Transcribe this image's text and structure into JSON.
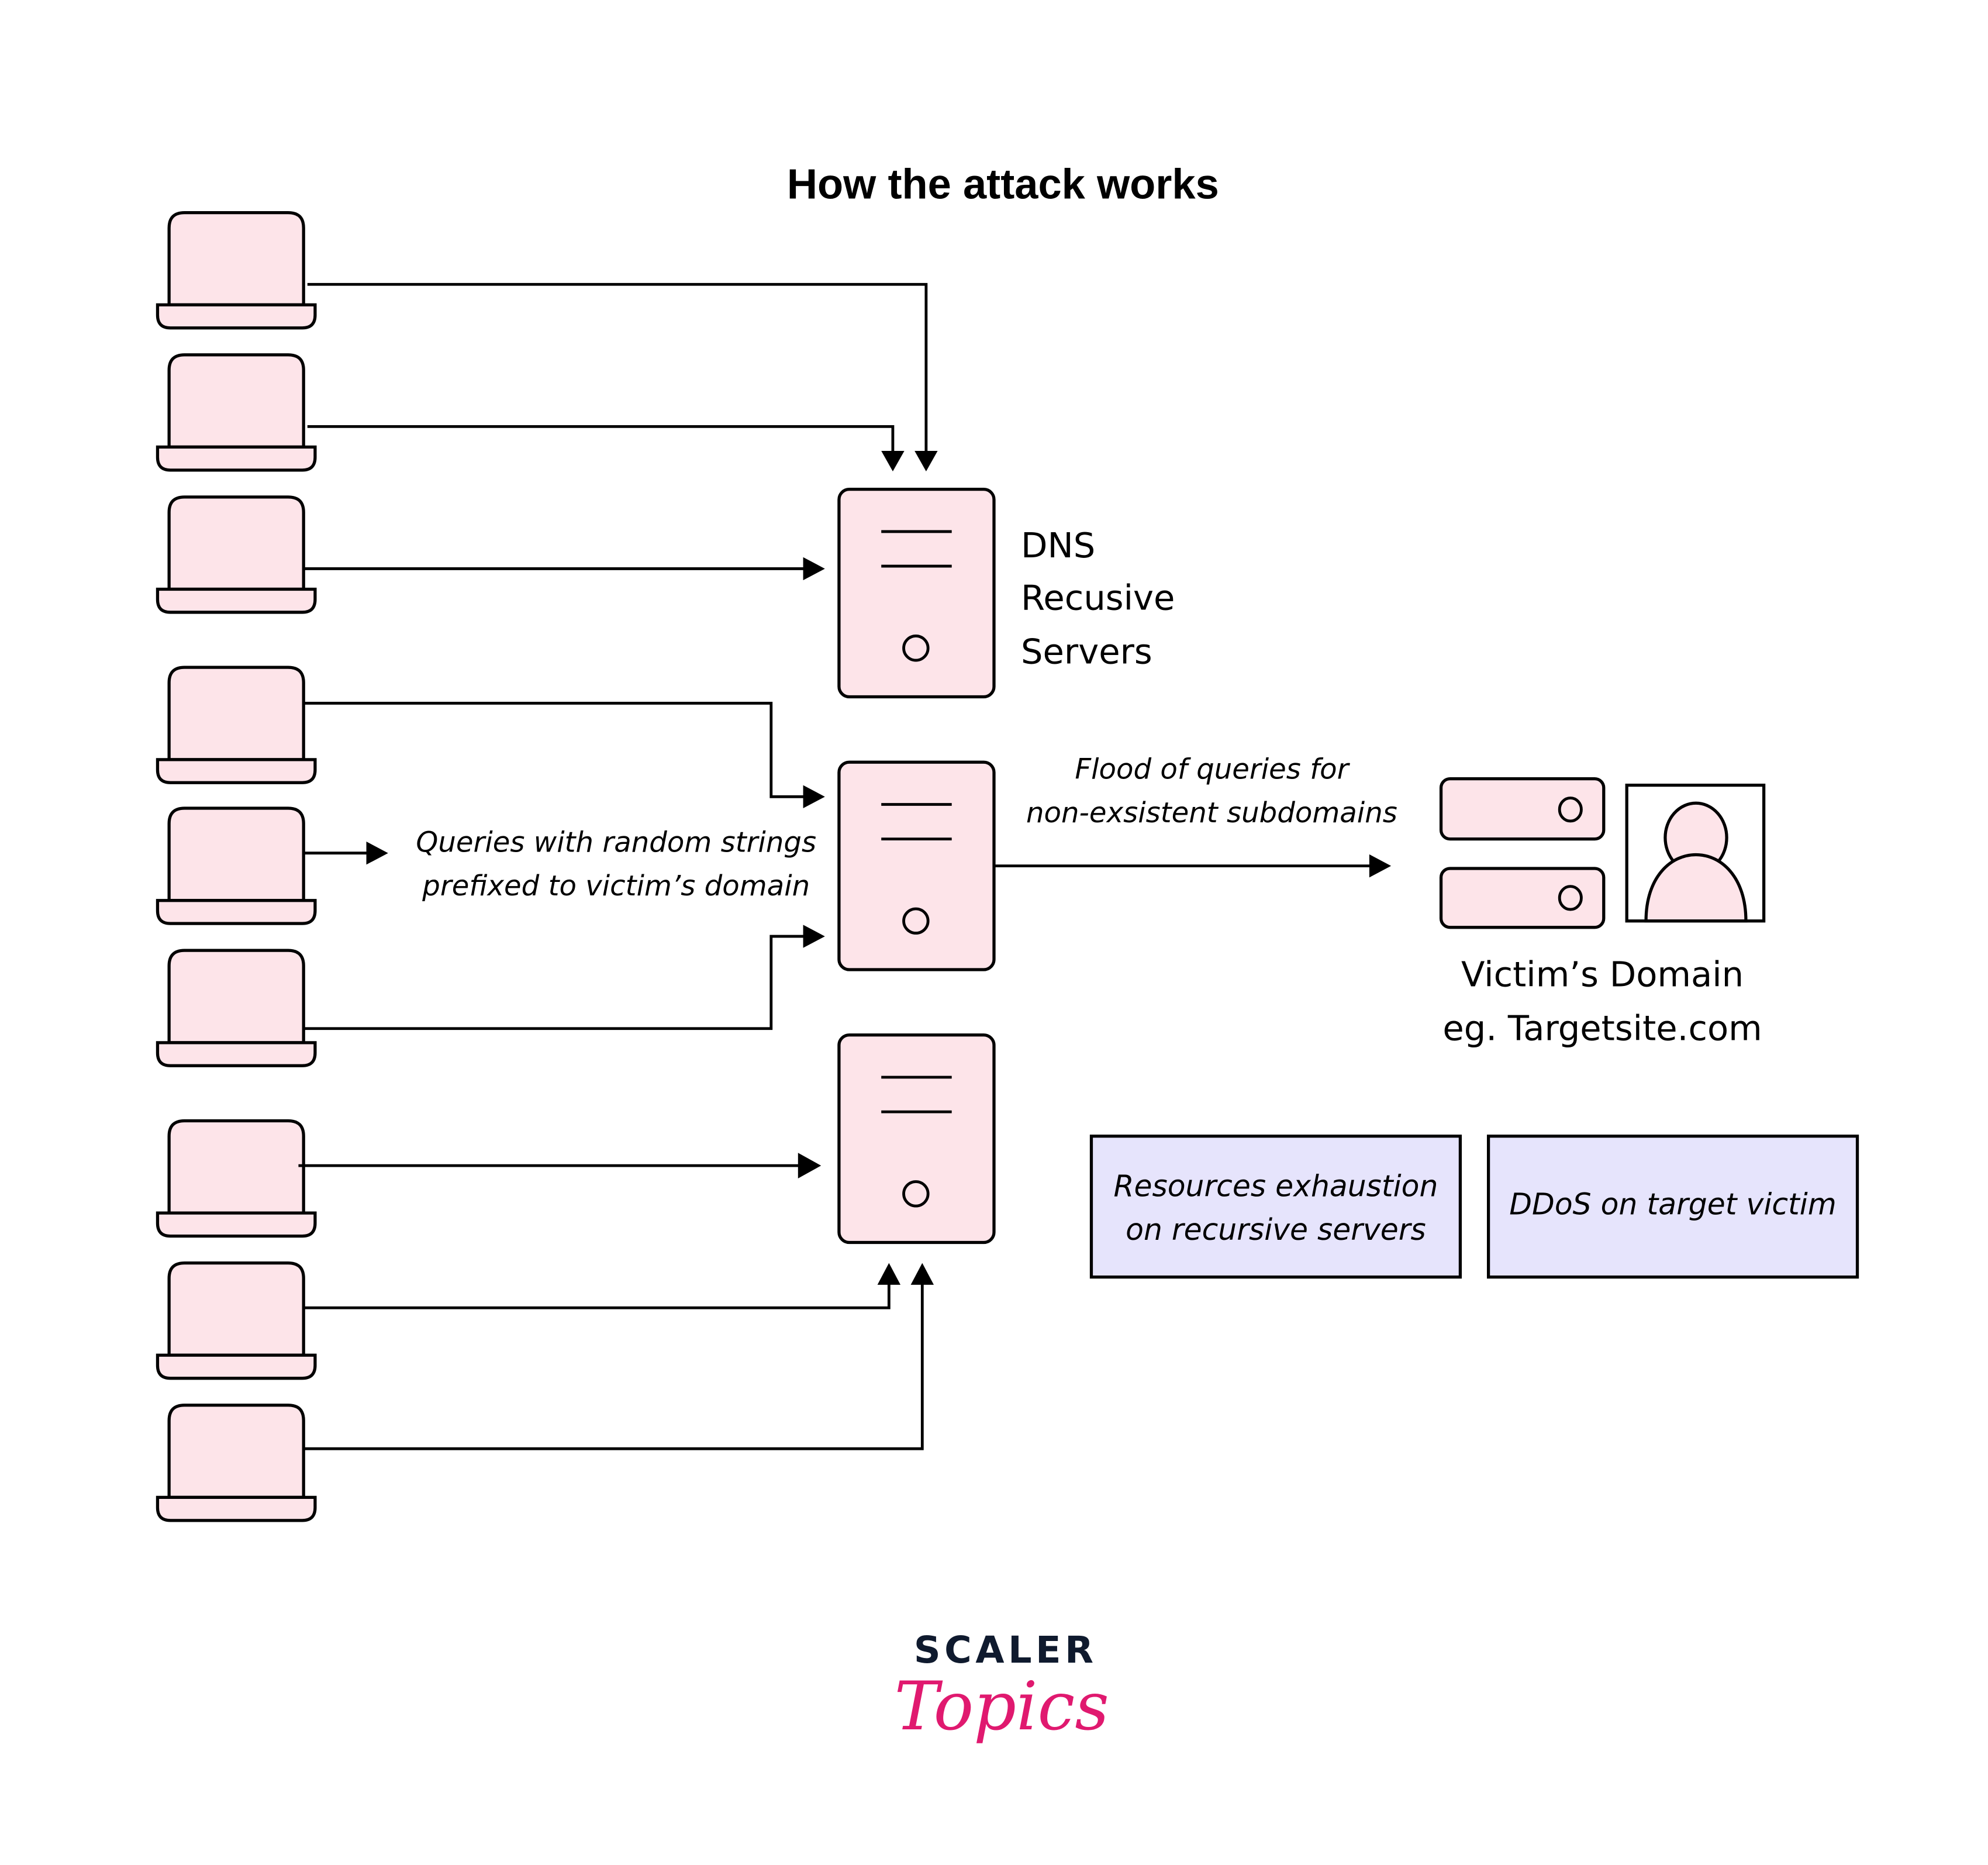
{
  "title": "How the attack works",
  "dns_label": [
    "DNS",
    "Recusive",
    "Servers"
  ],
  "queries_label": [
    "Queries with random strings",
    "prefixed to victim’s domain"
  ],
  "flood_label": [
    "Flood of queries for",
    "non-exsistent subdomains"
  ],
  "victim_label": [
    "Victim’s Domain",
    "eg. Targetsite.com"
  ],
  "result_boxes": [
    {
      "lines": [
        "Resources exhaustion",
        "on recursive servers"
      ]
    },
    {
      "lines": [
        "DDoS on target victim"
      ]
    }
  ],
  "logo": {
    "line1": "SCALER",
    "line2": "Topics"
  },
  "colors": {
    "device_fill": "#fde4e9",
    "result_fill": "#e6e4fc",
    "logo_dark": "#0f1a2e",
    "logo_pink": "#e0196f"
  },
  "icons": {
    "attacker": "laptop-icon",
    "resolver": "server-tower-icon",
    "victim_servers": "server-rack-icon",
    "victim_user": "user-avatar-icon"
  },
  "attacker_count": 9,
  "resolver_count": 3
}
